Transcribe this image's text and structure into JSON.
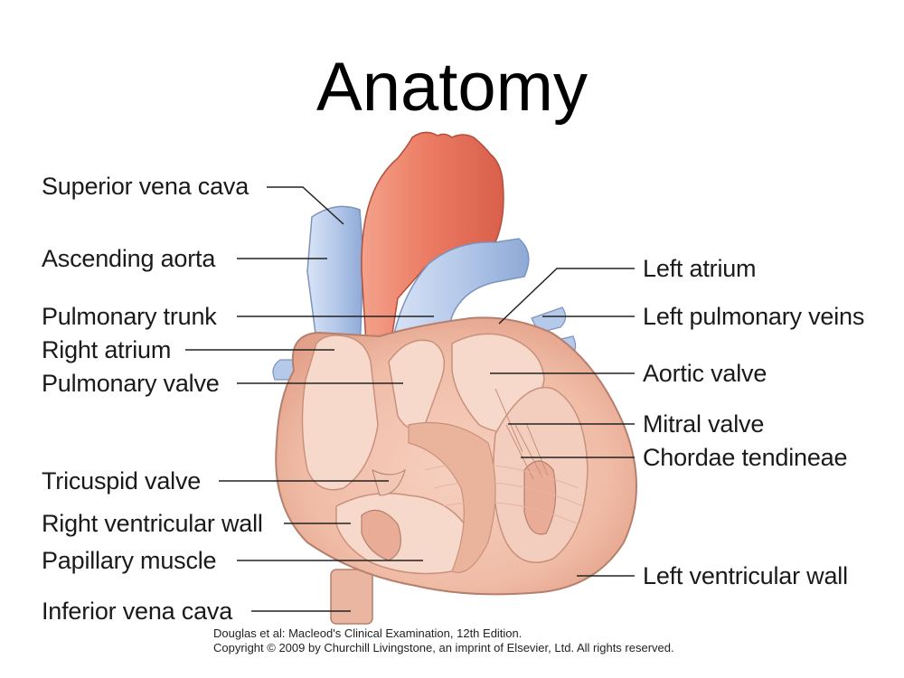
{
  "title": "Anatomy",
  "labels_left": {
    "superior_vena_cava": "Superior vena cava",
    "ascending_aorta": "Ascending aorta",
    "pulmonary_trunk": "Pulmonary trunk",
    "right_atrium": "Right atrium",
    "pulmonary_valve": "Pulmonary valve",
    "tricuspid_valve": "Tricuspid valve",
    "right_ventricular_wall": "Right ventricular wall",
    "papillary_muscle": "Papillary muscle",
    "inferior_vena_cava": "Inferior vena cava"
  },
  "labels_right": {
    "left_atrium": "Left atrium",
    "left_pulmonary_veins": "Left pulmonary veins",
    "aortic_valve": "Aortic valve",
    "mitral_valve": "Mitral valve",
    "chordae_tendineae": "Chordae tendineae",
    "left_ventricular_wall": "Left ventricular wall"
  },
  "credit": {
    "line1": "Douglas et al: Macleod's Clinical Examination, 12th Edition.",
    "line2": "Copyright © 2009 by Churchill Livingstone, an imprint of Elsevier, Ltd. All rights reserved."
  },
  "colors": {
    "aorta": "#ee7f66",
    "vessel_blue": "#b9cdec",
    "myocardium": "#f2c2ad",
    "myocardium_dark": "#d99a86",
    "chamber": "#f7d9cb"
  }
}
